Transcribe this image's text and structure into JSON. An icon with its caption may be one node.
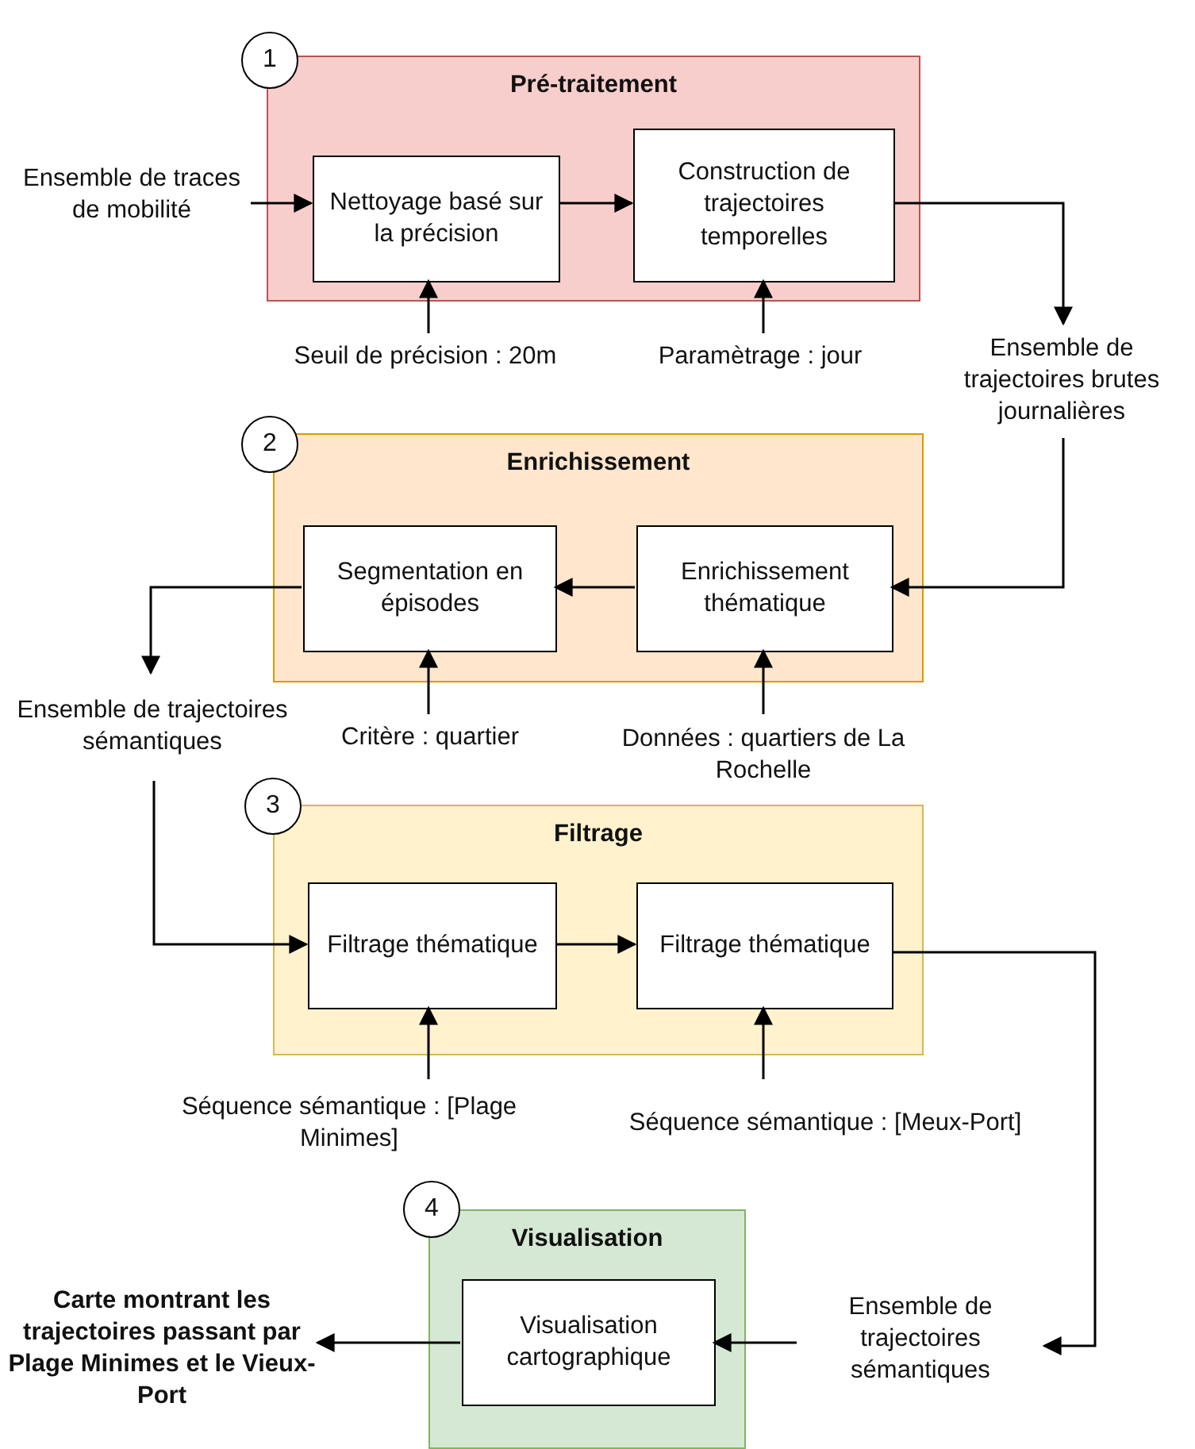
{
  "diagram": {
    "nodes": [
      {
        "text": [
          "1"
        ]
      },
      {
        "text": [
          "Pré-traitement"
        ]
      },
      {
        "text": [
          "Nettoyage basé sur la précision"
        ],
        "in": 1
      },
      {
        "text": [
          "Construction de trajectoires temporelles"
        ],
        "in": 1
      },
      {
        "text": [
          "Ensemble de traces de mobilité"
        ]
      },
      {
        "text": [
          "Seuil de précision : 20m"
        ]
      },
      {
        "text": [
          "Paramètrage : jour"
        ]
      },
      {
        "text": [
          "Ensemble de trajectoires brutes journalières"
        ]
      },
      {
        "text": [
          "2"
        ]
      },
      {
        "text": [
          "Enrichissement"
        ]
      },
      {
        "text": [
          "Segmentation en épisodes"
        ],
        "in": 9
      },
      {
        "text": [
          "Enrichissement thématique"
        ],
        "in": 9
      },
      {
        "text": [
          "Ensemble de trajectoires sémantiques"
        ]
      },
      {
        "text": [
          "Critère : quartier"
        ]
      },
      {
        "text": [
          "Données : quartiers de La Rochelle"
        ]
      },
      {
        "text": [
          "3"
        ]
      },
      {
        "text": [
          "Filtrage"
        ]
      },
      {
        "text": [
          "Filtrage thématique"
        ],
        "in": 16
      },
      {
        "text": [
          "Filtrage thématique"
        ],
        "in": 16
      },
      {
        "text": [
          "Séquence sémantique : [Plage Minimes]"
        ]
      },
      {
        "text": [
          "Séquence sémantique : [Meux-Port]"
        ]
      },
      {
        "text": [
          "4"
        ]
      },
      {
        "text": [
          "Visualisation"
        ]
      },
      {
        "text": [
          "Visualisation cartographique"
        ],
        "in": 22
      },
      {
        "text": [
          "Ensemble de trajectoires sémantiques"
        ]
      },
      {
        "text": [
          "Carte montrant les trajectoires passant par Plage Minimes et le Vieux-Port"
        ]
      }
    ],
    "edges": [
      {
        "from": 4,
        "to": 2,
        "arrow": "to"
      },
      {
        "from": 2,
        "to": 3,
        "arrow": "to"
      },
      {
        "from": 3,
        "to": 7,
        "arrow": "to"
      },
      {
        "from": 5,
        "to": 2,
        "arrow": "to"
      },
      {
        "from": 6,
        "to": 3,
        "arrow": "to"
      },
      {
        "from": 7,
        "to": 11,
        "arrow": "to"
      },
      {
        "from": 11,
        "to": 10,
        "arrow": "to"
      },
      {
        "from": 10,
        "to": 12,
        "arrow": "to"
      },
      {
        "from": 13,
        "to": 10,
        "arrow": "to"
      },
      {
        "from": 14,
        "to": 11,
        "arrow": "to"
      },
      {
        "from": 12,
        "to": 17,
        "arrow": "to"
      },
      {
        "from": 17,
        "to": 18,
        "arrow": "to"
      },
      {
        "from": 18,
        "to": 24,
        "arrow": "to"
      },
      {
        "from": 19,
        "to": 17,
        "arrow": "to"
      },
      {
        "from": 20,
        "to": 18,
        "arrow": "to"
      },
      {
        "from": 24,
        "to": 23,
        "arrow": "to"
      },
      {
        "from": 23,
        "to": 25,
        "arrow": "to"
      }
    ]
  }
}
